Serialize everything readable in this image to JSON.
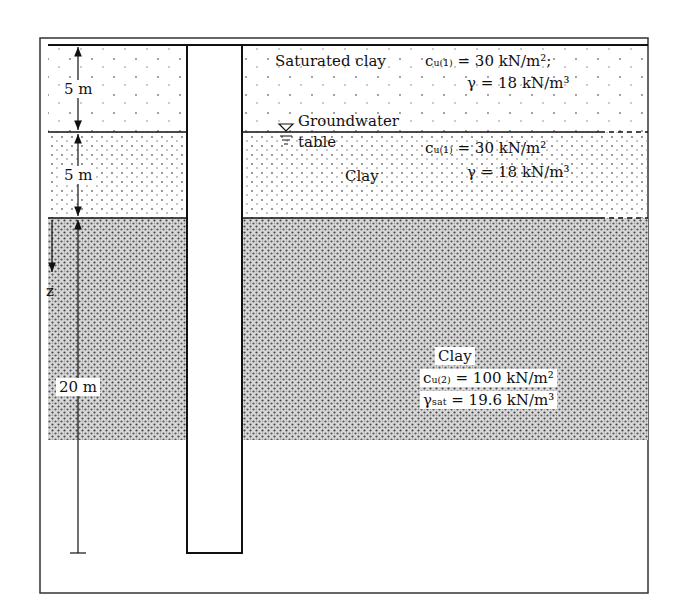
{
  "diagram": {
    "nodes": [
      {
        "text": [
          "Saturated clay",
          "cᵤ₍₁₎ = 30 kN/m²;",
          "γ = 18 kN/m³"
        ]
      },
      {
        "text": [
          "Clay",
          "cᵤ₍₁₎ = 30 kN/m²",
          "γ = 18 kN/m³"
        ]
      },
      {
        "text": [
          "Clay",
          "cᵤ₍₂₎ = 100 kN/m²",
          "γₛₐₜ = 19.6 kN/m³"
        ]
      }
    ],
    "labels": [
      "5 m",
      "5 m",
      "20 m",
      "z",
      "Groundwater table"
    ]
  }
}
